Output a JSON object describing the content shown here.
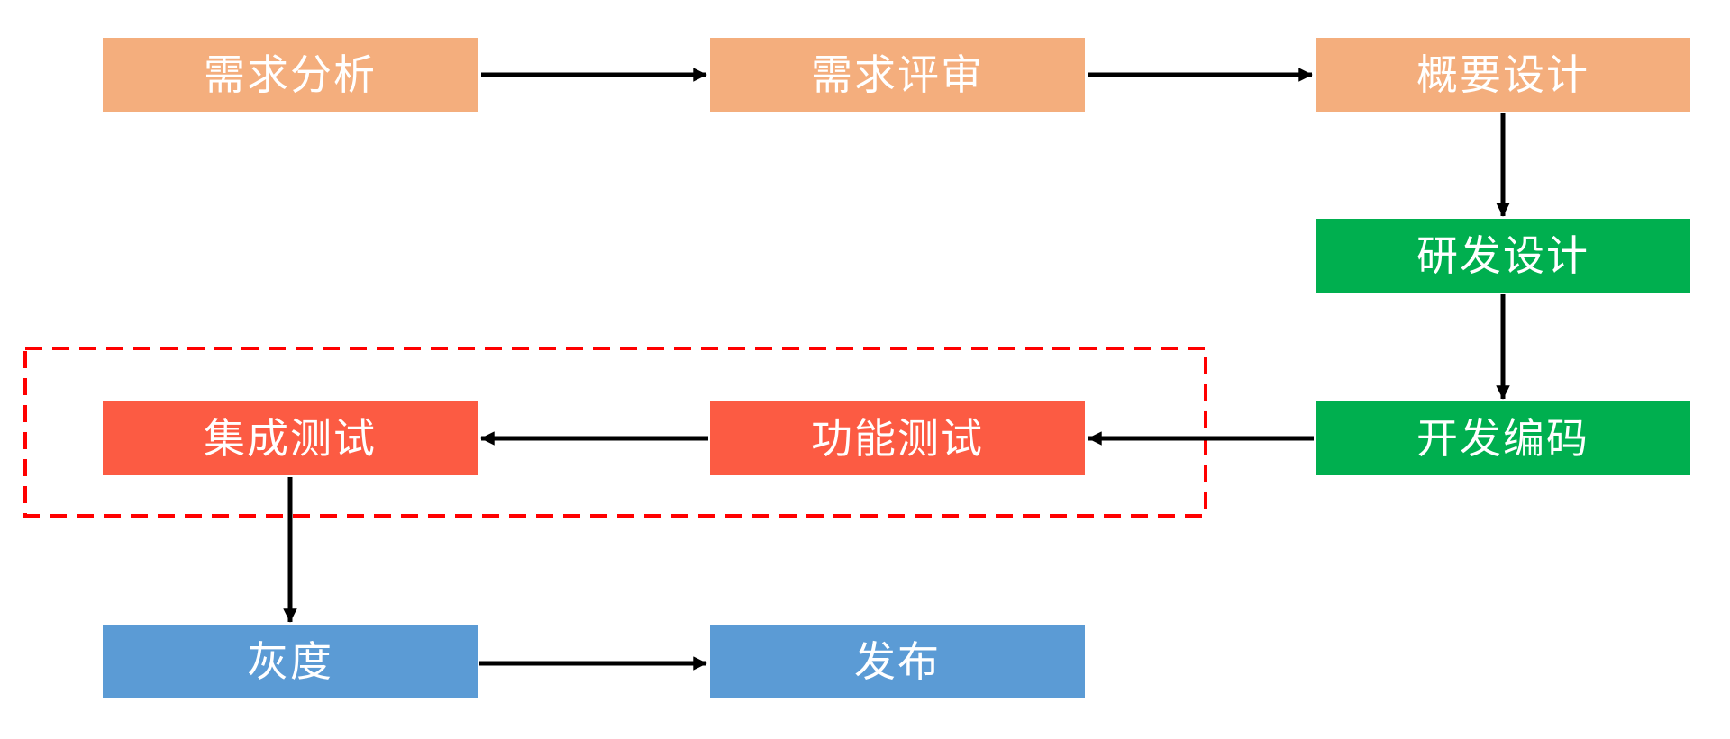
{
  "diagram": {
    "type": "flowchart",
    "nodes": [
      {
        "id": "requirement-analysis",
        "label": "需求分析",
        "color": "#F4AE7D"
      },
      {
        "id": "requirement-review",
        "label": "需求评审",
        "color": "#F4AE7D"
      },
      {
        "id": "outline-design",
        "label": "概要设计",
        "color": "#F4AE7D"
      },
      {
        "id": "rd-design",
        "label": "研发设计",
        "color": "#00AF4F"
      },
      {
        "id": "dev-coding",
        "label": "开发编码",
        "color": "#00AF4F"
      },
      {
        "id": "functional-test",
        "label": "功能测试",
        "color": "#FC5B43"
      },
      {
        "id": "integration-test",
        "label": "集成测试",
        "color": "#FC5B43"
      },
      {
        "id": "gray-release",
        "label": "灰度",
        "color": "#5B9BD5"
      },
      {
        "id": "release",
        "label": "发布",
        "color": "#5B9BD5"
      }
    ],
    "edges": [
      {
        "from": "requirement-analysis",
        "to": "requirement-review",
        "direction": "right"
      },
      {
        "from": "requirement-review",
        "to": "outline-design",
        "direction": "right"
      },
      {
        "from": "outline-design",
        "to": "rd-design",
        "direction": "down"
      },
      {
        "from": "rd-design",
        "to": "dev-coding",
        "direction": "down"
      },
      {
        "from": "dev-coding",
        "to": "functional-test",
        "direction": "left"
      },
      {
        "from": "functional-test",
        "to": "integration-test",
        "direction": "left"
      },
      {
        "from": "integration-test",
        "to": "gray-release",
        "direction": "down"
      },
      {
        "from": "gray-release",
        "to": "release",
        "direction": "right"
      }
    ],
    "group": {
      "members": [
        "integration-test",
        "functional-test"
      ],
      "border_style": "dashed",
      "border_color": "#FF0000"
    },
    "colors": {
      "stage_requirements": "#F4AE7D",
      "stage_development": "#00AF4F",
      "stage_testing": "#FC5B43",
      "stage_release": "#5B9BD5",
      "arrow": "#000000",
      "group_border": "#FF0000",
      "node_text": "#FFFFFF",
      "background": "#FFFFFF"
    }
  }
}
